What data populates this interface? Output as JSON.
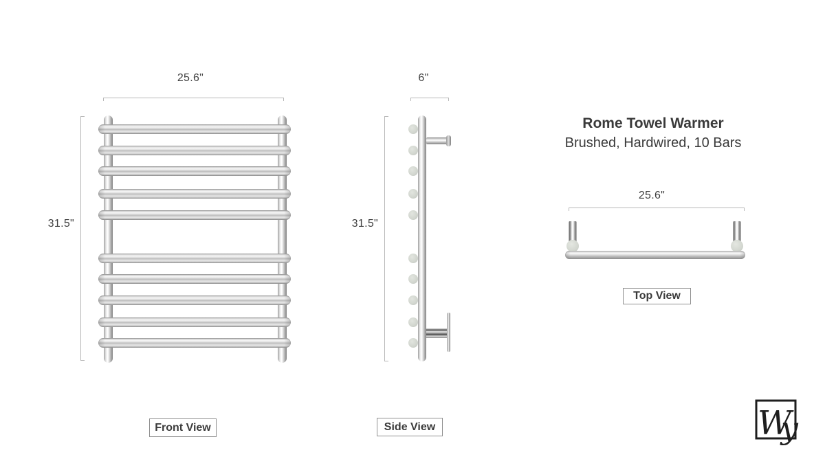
{
  "title": {
    "line1": "Rome Towel Warmer",
    "line2": "Brushed, Hardwired, 10 Bars"
  },
  "views": {
    "front": {
      "label": "Front View",
      "width_dim": "25.6\"",
      "height_dim": "31.5\""
    },
    "side": {
      "label": "Side View",
      "depth_dim": "6\"",
      "height_dim": "31.5\""
    },
    "top": {
      "label": "Top View",
      "width_dim": "25.6\""
    }
  },
  "logo": {
    "letter_w": "W",
    "letter_y": "y"
  },
  "colors": {
    "dim_line": "#b7b7b7",
    "text": "#3a3a3a",
    "box_border": "#8f8f8f",
    "metal_light": "#f7f7f7",
    "metal_dark": "#8a8a8a",
    "bar_end_gray": "#d3d7d0",
    "logo_ink": "#1e1e1e"
  },
  "diagram": {
    "bar_count": 10,
    "bar_centers_y": [
      188,
      218.5,
      249,
      281.5,
      313,
      375.5,
      406,
      436.5,
      468.5,
      499
    ]
  }
}
